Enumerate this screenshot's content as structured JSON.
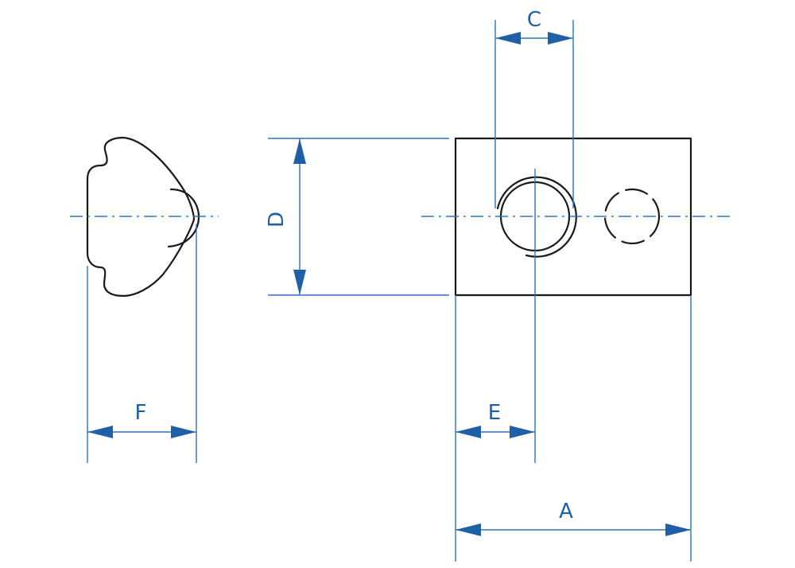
{
  "drawing": {
    "colors": {
      "dimension": "#2f72c4",
      "arrow": "#1f5fa8",
      "outline": "#1a1a1a"
    },
    "labels": {
      "A": "A",
      "C": "C",
      "D": "D",
      "E": "E",
      "F": "F"
    }
  }
}
